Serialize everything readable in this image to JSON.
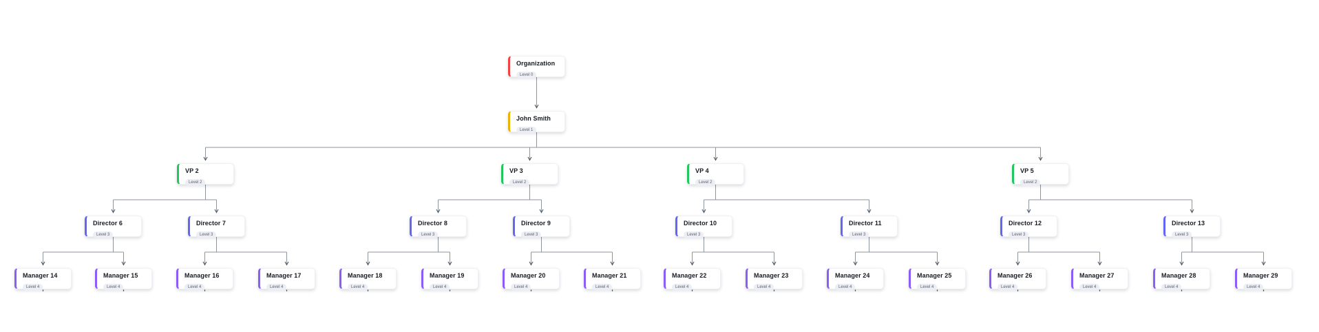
{
  "chart": {
    "type": "org-chart",
    "levels": [
      {
        "label": "Level 0",
        "accent": "#ef4444"
      },
      {
        "label": "Level 1",
        "accent": "#eab308"
      },
      {
        "label": "Level 2",
        "accent": "#22c55e"
      },
      {
        "label": "Level 3",
        "accent": "#6366f1"
      },
      {
        "label": "Level 4",
        "accent": "#8b5cf6"
      }
    ],
    "connector": {
      "line_color": "#8e949c",
      "arrow_color": "#4b5563"
    },
    "card_background": "#ffffff",
    "badge_background": "#eceef4",
    "nodes": [
      {
        "name": "Organization",
        "level": 0,
        "level_label": "Level 0",
        "parent": null
      },
      {
        "name": "John Smith",
        "level": 1,
        "level_label": "Level 1",
        "parent": "Organization"
      },
      {
        "name": "VP 2",
        "level": 2,
        "level_label": "Level 2",
        "parent": "John Smith"
      },
      {
        "name": "VP 3",
        "level": 2,
        "level_label": "Level 2",
        "parent": "John Smith"
      },
      {
        "name": "VP 4",
        "level": 2,
        "level_label": "Level 2",
        "parent": "John Smith"
      },
      {
        "name": "VP 5",
        "level": 2,
        "level_label": "Level 2",
        "parent": "John Smith"
      },
      {
        "name": "Director 6",
        "level": 3,
        "level_label": "Level 3",
        "parent": "VP 2"
      },
      {
        "name": "Director 7",
        "level": 3,
        "level_label": "Level 3",
        "parent": "VP 2"
      },
      {
        "name": "Director 8",
        "level": 3,
        "level_label": "Level 3",
        "parent": "VP 3"
      },
      {
        "name": "Director 9",
        "level": 3,
        "level_label": "Level 3",
        "parent": "VP 3"
      },
      {
        "name": "Director 10",
        "level": 3,
        "level_label": "Level 3",
        "parent": "VP 4"
      },
      {
        "name": "Director 11",
        "level": 3,
        "level_label": "Level 3",
        "parent": "VP 4"
      },
      {
        "name": "Director 12",
        "level": 3,
        "level_label": "Level 3",
        "parent": "VP 5"
      },
      {
        "name": "Director 13",
        "level": 3,
        "level_label": "Level 3",
        "parent": "VP 5"
      },
      {
        "name": "Manager 14",
        "level": 4,
        "level_label": "Level 4",
        "parent": "Director 6"
      },
      {
        "name": "Manager 15",
        "level": 4,
        "level_label": "Level 4",
        "parent": "Director 6"
      },
      {
        "name": "Manager 16",
        "level": 4,
        "level_label": "Level 4",
        "parent": "Director 7"
      },
      {
        "name": "Manager 17",
        "level": 4,
        "level_label": "Level 4",
        "parent": "Director 7"
      },
      {
        "name": "Manager 18",
        "level": 4,
        "level_label": "Level 4",
        "parent": "Director 8"
      },
      {
        "name": "Manager 19",
        "level": 4,
        "level_label": "Level 4",
        "parent": "Director 8"
      },
      {
        "name": "Manager 20",
        "level": 4,
        "level_label": "Level 4",
        "parent": "Director 9"
      },
      {
        "name": "Manager 21",
        "level": 4,
        "level_label": "Level 4",
        "parent": "Director 9"
      },
      {
        "name": "Manager 22",
        "level": 4,
        "level_label": "Level 4",
        "parent": "Director 10"
      },
      {
        "name": "Manager 23",
        "level": 4,
        "level_label": "Level 4",
        "parent": "Director 10"
      },
      {
        "name": "Manager 24",
        "level": 4,
        "level_label": "Level 4",
        "parent": "Director 11"
      },
      {
        "name": "Manager 25",
        "level": 4,
        "level_label": "Level 4",
        "parent": "Director 11"
      },
      {
        "name": "Manager 26",
        "level": 4,
        "level_label": "Level 4",
        "parent": "Director 12"
      },
      {
        "name": "Manager 27",
        "level": 4,
        "level_label": "Level 4",
        "parent": "Director 12"
      },
      {
        "name": "Manager 28",
        "level": 4,
        "level_label": "Level 4",
        "parent": "Director 13"
      },
      {
        "name": "Manager 29",
        "level": 4,
        "level_label": "Level 4",
        "parent": "Director 13"
      }
    ]
  }
}
